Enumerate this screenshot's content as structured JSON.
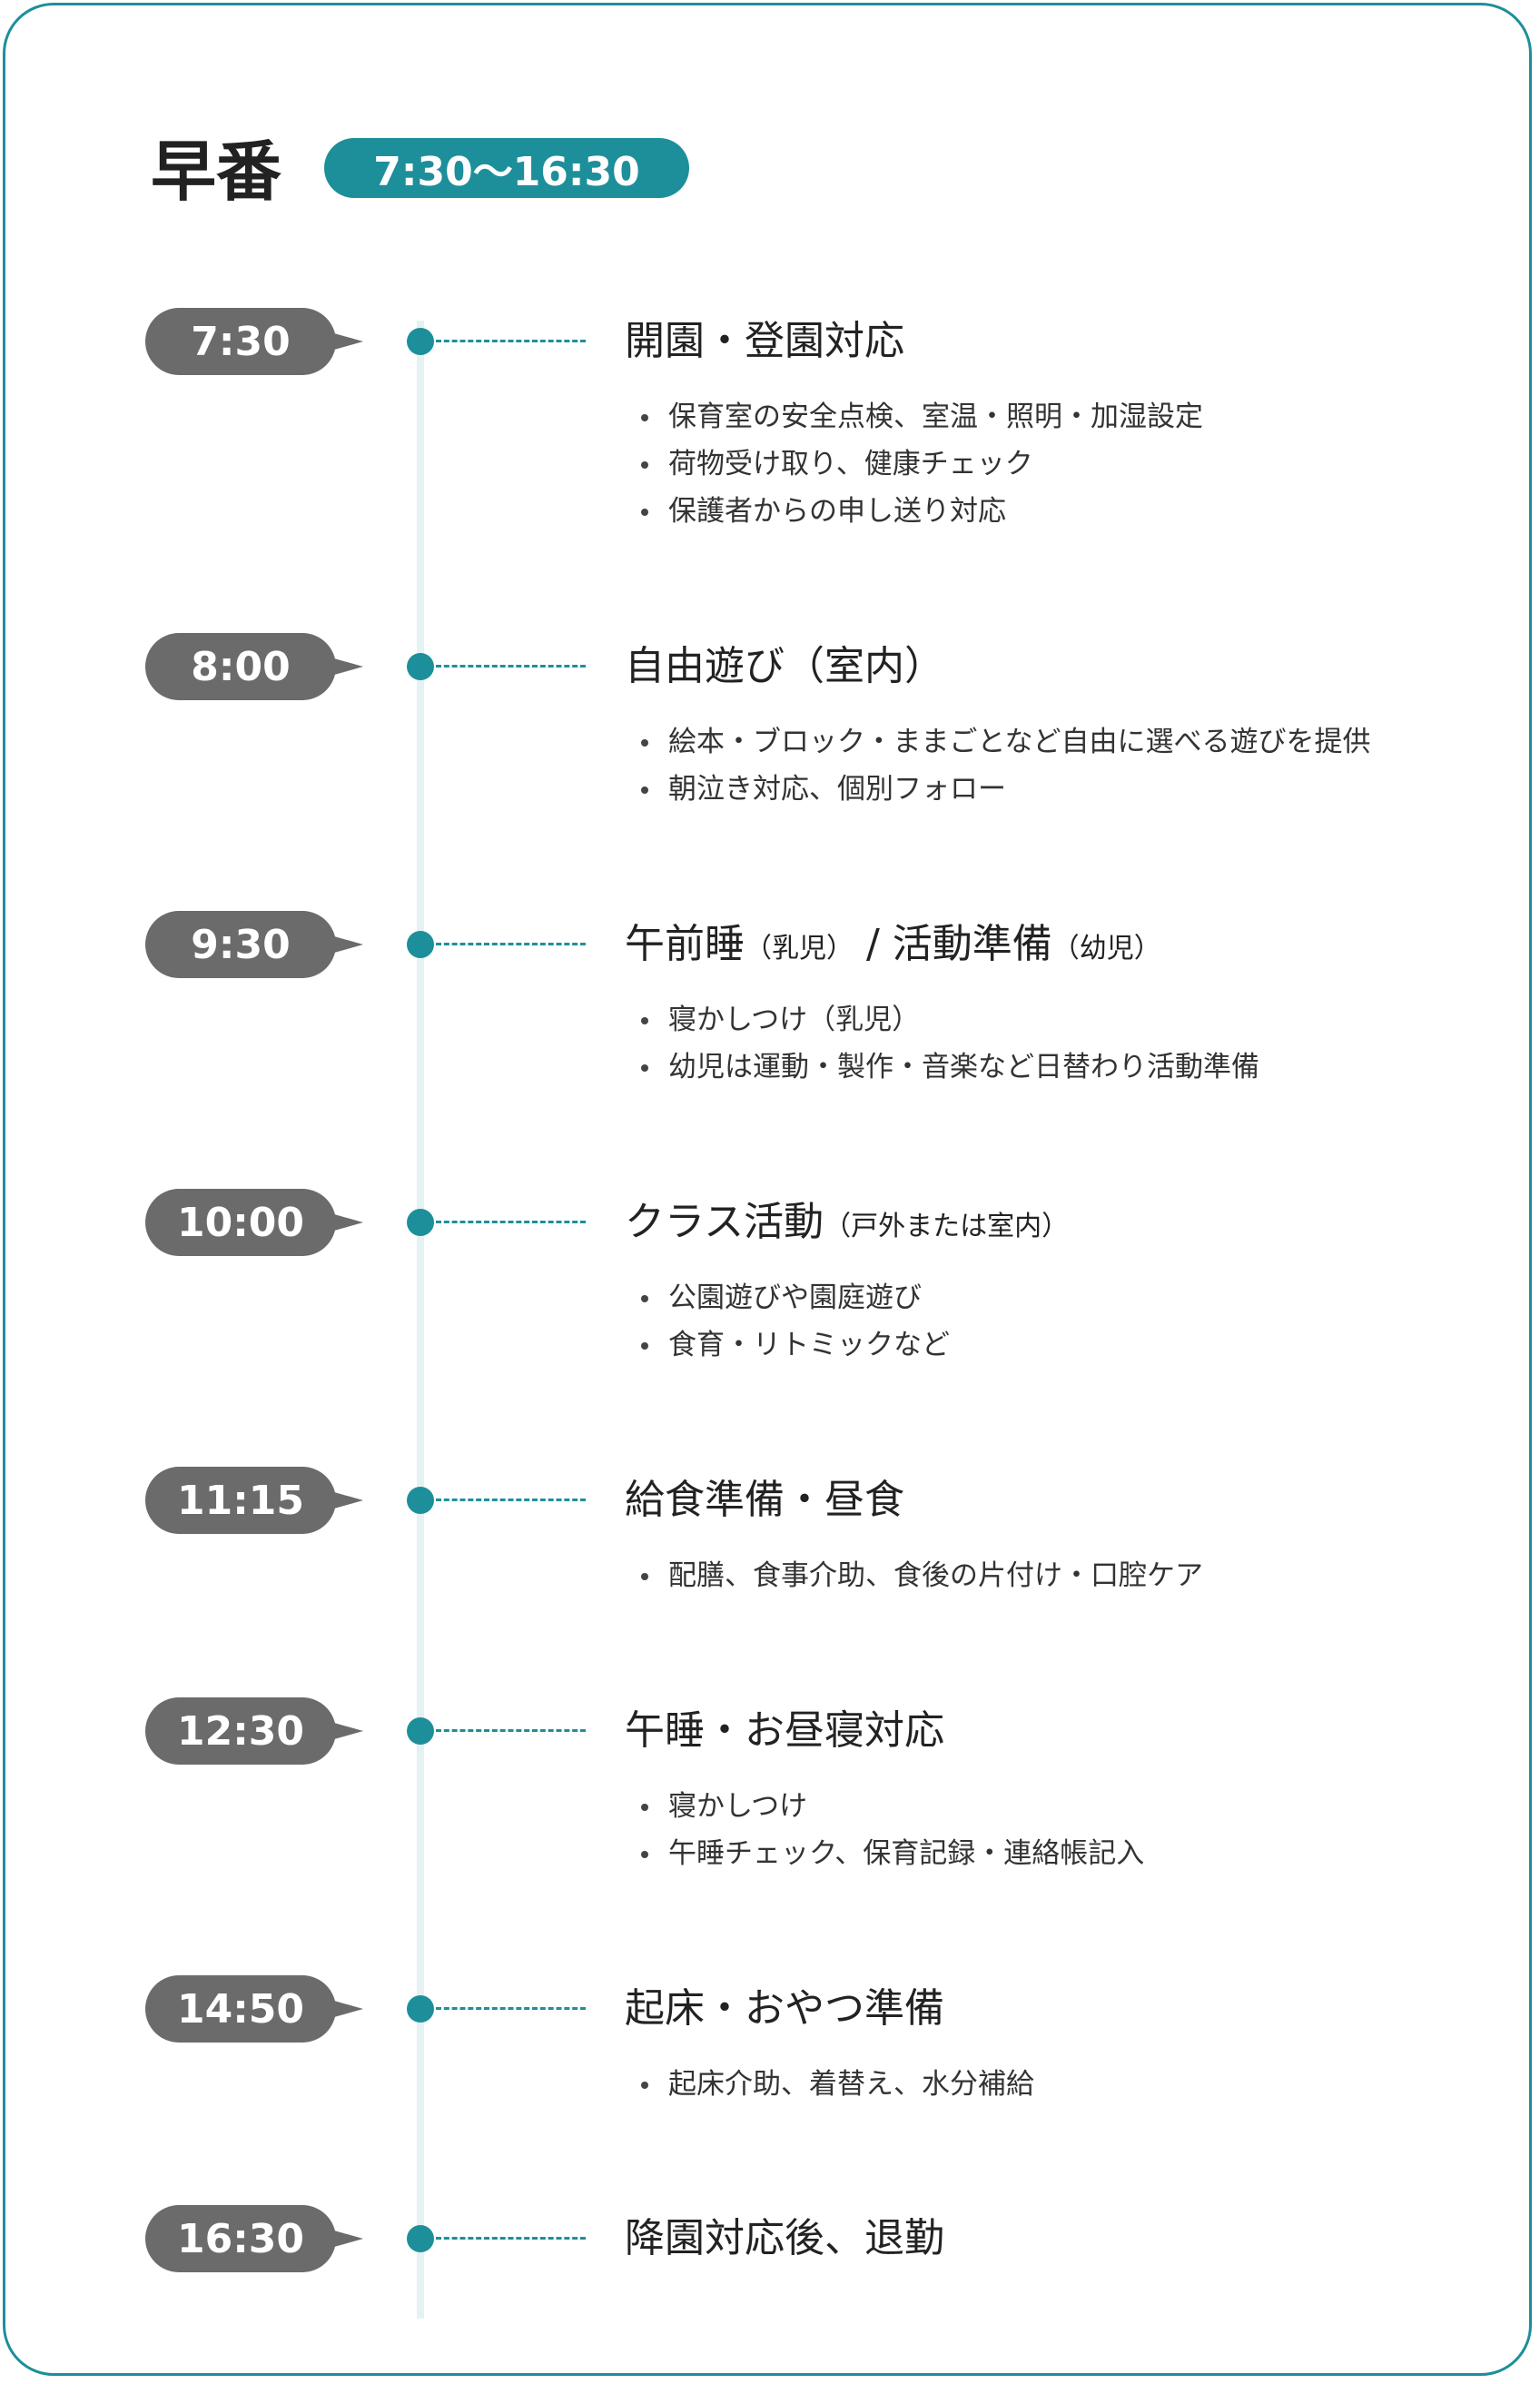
{
  "title": "早番",
  "shift_time": "7:30〜16:30",
  "colors": {
    "accent": "#1d8f9a",
    "bubble": "#6b6b6b",
    "line": "#e5f2f4"
  },
  "entries": [
    {
      "time": "7:30",
      "heading": "開園・登園対応",
      "items": [
        "保育室の安全点検、室温・照明・加湿設定",
        "荷物受け取り、健康チェック",
        "保護者からの申し送り対応"
      ]
    },
    {
      "time": "8:00",
      "heading": "自由遊び（室内）",
      "items": [
        "絵本・ブロック・ままごとなど自由に選べる遊びを提供",
        "朝泣き対応、個別フォロー"
      ]
    },
    {
      "time": "9:30",
      "heading_a": "午前睡",
      "heading_a_note": "（乳児）",
      "heading_sep": " / ",
      "heading_b": "活動準備",
      "heading_b_note": "（幼児）",
      "items": [
        "寝かしつけ（乳児）",
        "幼児は運動・製作・音楽など日替わり活動準備"
      ]
    },
    {
      "time": "10:00",
      "heading": "クラス活動",
      "heading_note": "（戸外または室内）",
      "items": [
        "公園遊びや園庭遊び",
        "食育・リトミックなど"
      ]
    },
    {
      "time": "11:15",
      "heading": "給食準備・昼食",
      "items": [
        "配膳、食事介助、食後の片付け・口腔ケア"
      ]
    },
    {
      "time": "12:30",
      "heading": "午睡・お昼寝対応",
      "items": [
        "寝かしつけ",
        "午睡チェック、保育記録・連絡帳記入"
      ]
    },
    {
      "time": "14:50",
      "heading": "起床・おやつ準備",
      "items": [
        "起床介助、着替え、水分補給"
      ]
    },
    {
      "time": "16:30",
      "heading": "降園対応後、退勤",
      "items": []
    }
  ]
}
